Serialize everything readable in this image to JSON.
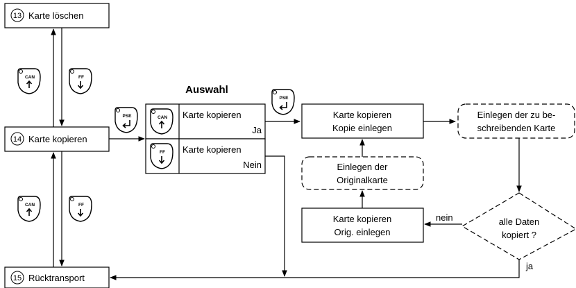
{
  "selection_heading": "Auswahl",
  "states": {
    "s13": {
      "num": "13",
      "label": "Karte löschen"
    },
    "s14": {
      "num": "14",
      "label": "Karte kopieren"
    },
    "s15": {
      "num": "15",
      "label": "Rücktransport"
    }
  },
  "keys": {
    "can": "CAN",
    "ff": "FF",
    "pse": "PSE"
  },
  "menu": {
    "option_yes": {
      "line1": "Karte kopieren",
      "line2": "Ja"
    },
    "option_no": {
      "line1": "Karte kopieren",
      "line2": "Nein"
    }
  },
  "flow": {
    "copy_insert": {
      "line1": "Karte kopieren",
      "line2": "Kopie einlegen"
    },
    "insert_target": {
      "line1": "Einlegen der zu be-",
      "line2": "schreibenden Karte"
    },
    "insert_original": {
      "line1": "Einlegen der",
      "line2": "Originalkarte"
    },
    "orig_insert": {
      "line1": "Karte kopieren",
      "line2": "Orig. einlegen"
    },
    "decision": {
      "line1": "alle Daten",
      "line2": "kopiert ?"
    },
    "label_no": "nein",
    "label_yes": "ja"
  }
}
